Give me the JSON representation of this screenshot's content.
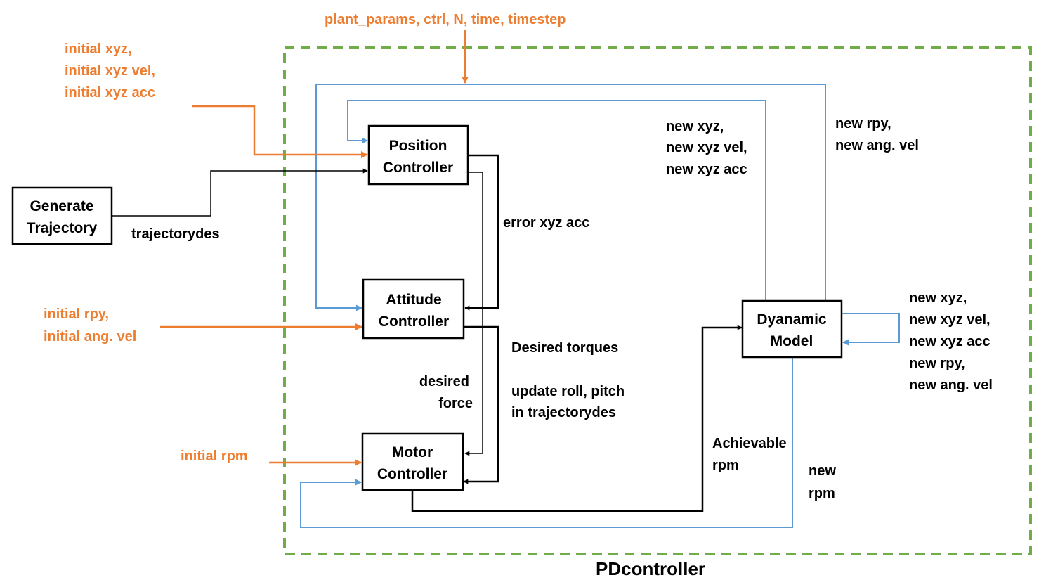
{
  "diagram": {
    "container_label": "PDcontroller",
    "colors": {
      "boundary": "#70ad47",
      "external_input": "#ed7d31",
      "feedback": "#5b9bd5",
      "signal": "#000000"
    },
    "blocks": {
      "generate_trajectory": {
        "line1": "Generate",
        "line2": "Trajectory"
      },
      "position_controller": {
        "line1": "Position",
        "line2": "Controller"
      },
      "attitude_controller": {
        "line1": "Attitude",
        "line2": "Controller"
      },
      "motor_controller": {
        "line1": "Motor",
        "line2": "Controller"
      },
      "dynamic_model": {
        "line1": "Dyanamic",
        "line2": "Model"
      }
    },
    "inputs": {
      "params": "plant_params, ctrl, N, time, timestep",
      "initial_xyz": [
        "initial xyz,",
        "initial xyz vel,",
        "initial xyz acc"
      ],
      "initial_rpy": [
        "initial rpy,",
        "initial ang. vel"
      ],
      "initial_rpm": "initial rpm"
    },
    "signals": {
      "trajectorydes": "trajectorydes",
      "error_xyz_acc": "error xyz acc",
      "desired_torques": "Desired torques",
      "update_roll_pitch": [
        "update roll, pitch",
        "in trajectorydes"
      ],
      "desired_force": [
        "desired",
        "force"
      ],
      "achievable_rpm": [
        "Achievable",
        "rpm"
      ],
      "new_rpm": [
        "new",
        "rpm"
      ],
      "new_xyz_feedback": [
        "new xyz,",
        "new xyz vel,",
        "new xyz acc"
      ],
      "new_rpy_feedback": [
        "new rpy,",
        "new ang. vel"
      ],
      "self_loop": [
        "new xyz,",
        "new xyz vel,",
        "new xyz acc",
        "new rpy,",
        "new ang. vel"
      ]
    }
  }
}
